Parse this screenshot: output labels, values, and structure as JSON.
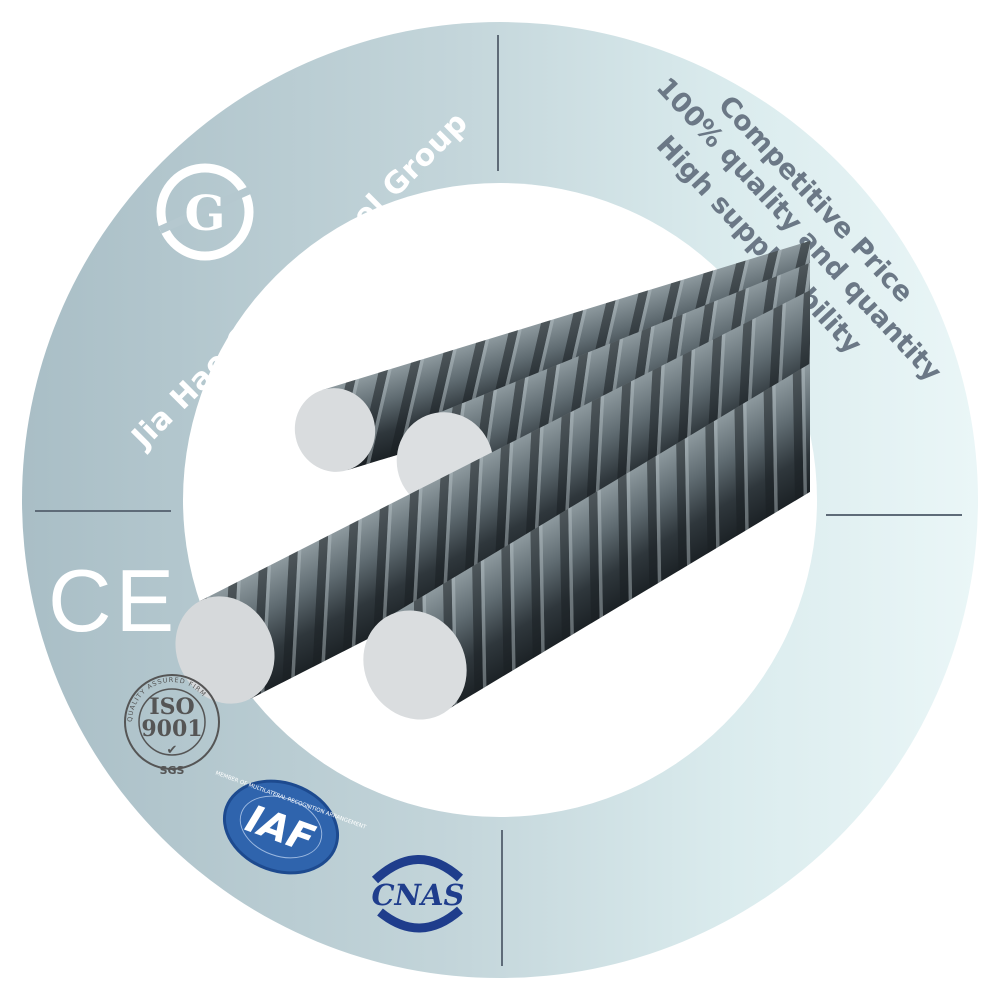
{
  "brand": {
    "name": "Jia Hao Global Steel Group",
    "logo_letter": "G"
  },
  "features": [
    "Competitive Price",
    "100% quality and quantity",
    "High supply ability"
  ],
  "certifications": {
    "ce": "CE",
    "iso": {
      "ring_text": "QUALITY ASSURED FIRM",
      "line1": "ISO",
      "line2": "9001",
      "mark": "✔",
      "issuer": "SGS"
    },
    "iaf": {
      "ring_text": "MEMBER OF MULTILATERAL RECOGNITION ARRANGEMENT",
      "name": "IAF"
    },
    "cnas": "CNAS"
  },
  "colors": {
    "ring_left": "#a9bec6",
    "ring_right": "#eaf6f7",
    "text_gray": "#6b7886",
    "iaf_blue": "#2f64ad",
    "cnas_blue": "#1f3d8c"
  }
}
